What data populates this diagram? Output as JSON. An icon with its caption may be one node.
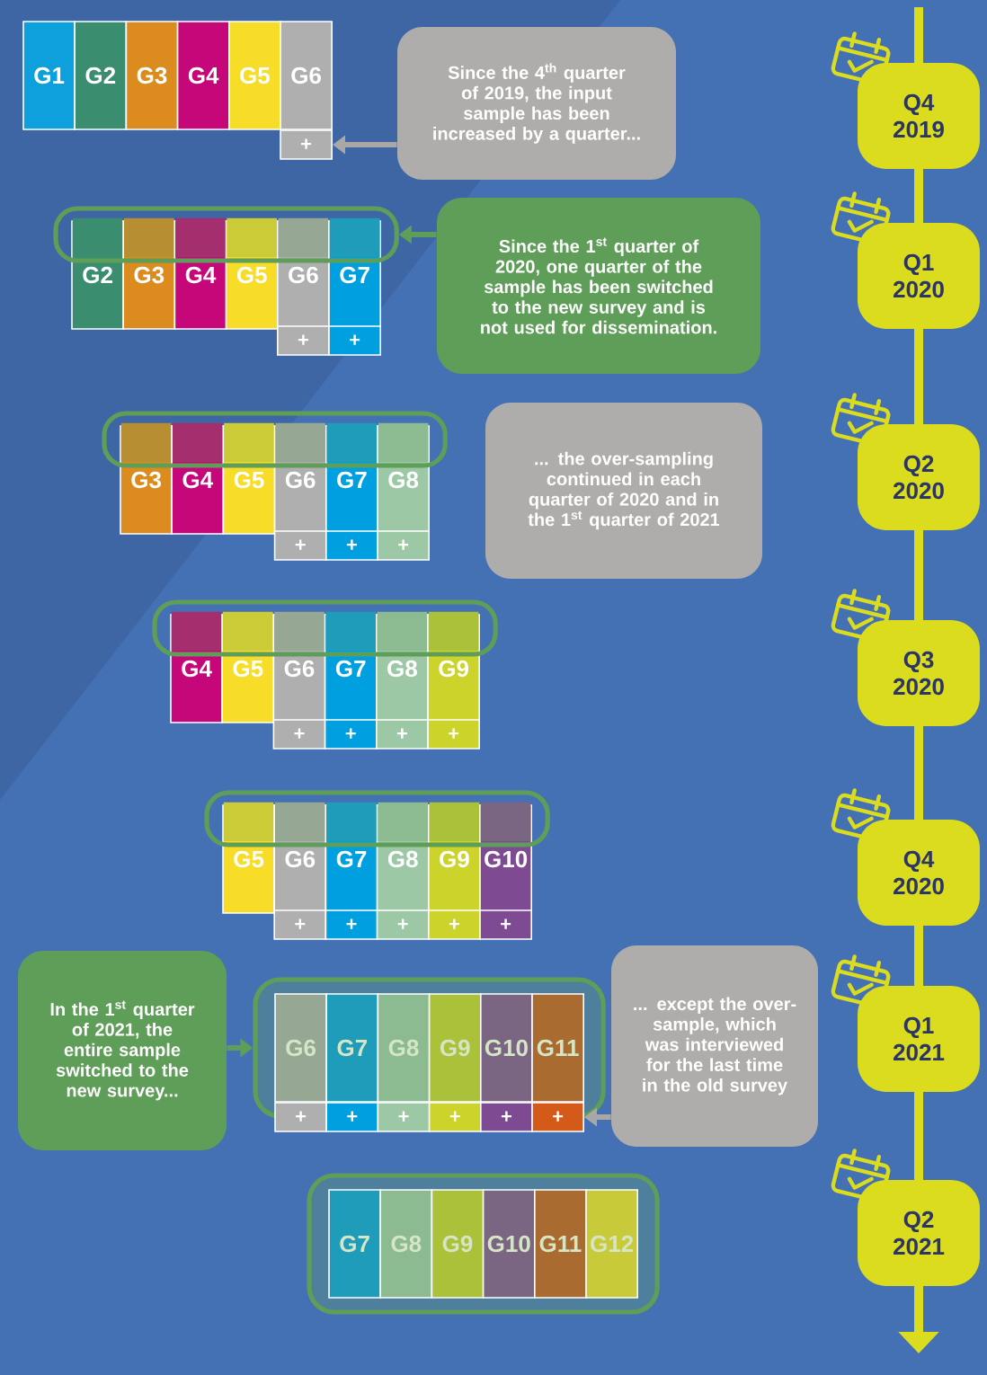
{
  "diagram": {
    "nodes": [
      {
        "text": [
          "G1"
        ]
      },
      {
        "text": [
          "G2"
        ]
      },
      {
        "text": [
          "G3"
        ]
      },
      {
        "text": [
          "G4"
        ]
      },
      {
        "text": [
          "G5"
        ]
      },
      {
        "text": [
          "G6"
        ]
      },
      {
        "text": [
          "+"
        ]
      },
      {
        "text": [
          "Since the 4$^{th}$ quarter of 2019, the input sample has been increased by a quarter..."
        ]
      },
      {
        "text": [
          "Q4 2019"
        ]
      },
      {
        "text": [],
        "shape": "box"
      },
      {
        "text": [
          "G2"
        ]
      },
      {
        "text": [
          "G3"
        ]
      },
      {
        "text": [
          "G4"
        ]
      },
      {
        "text": [
          "G5"
        ]
      },
      {
        "text": [
          "G6"
        ]
      },
      {
        "text": [
          "G7"
        ]
      },
      {
        "text": [
          "+"
        ]
      },
      {
        "text": [
          "+"
        ]
      },
      {
        "text": [
          "Since the 1$^{st}$ quarter of 2020, one quarter of the sample has been switched to the new survey and is not used for dissemination."
        ]
      },
      {
        "text": [
          "Q1 2020"
        ]
      },
      {
        "text": [],
        "shape": "box"
      },
      {
        "text": [
          "G3"
        ]
      },
      {
        "text": [
          "G4"
        ]
      },
      {
        "text": [
          "G5"
        ]
      },
      {
        "text": [
          "G6"
        ]
      },
      {
        "text": [
          "G7"
        ]
      },
      {
        "text": [
          "G8"
        ]
      },
      {
        "text": [
          "+"
        ]
      },
      {
        "text": [
          "+"
        ]
      },
      {
        "text": [
          "+"
        ]
      },
      {
        "text": [
          "... the over-sampling continued in each quarter of 2020 and in the 1$^{st}$ quarter of 2021"
        ]
      },
      {
        "text": [
          "Q2 2020"
        ]
      },
      {
        "text": [],
        "shape": "box"
      },
      {
        "text": [
          "G4"
        ]
      },
      {
        "text": [
          "G5"
        ]
      },
      {
        "text": [
          "G6"
        ]
      },
      {
        "text": [
          "G7"
        ]
      },
      {
        "text": [
          "G8"
        ]
      },
      {
        "text": [
          "G9"
        ]
      },
      {
        "text": [
          "+"
        ]
      },
      {
        "text": [
          "+"
        ]
      },
      {
        "text": [
          "+"
        ]
      },
      {
        "text": [
          "+"
        ]
      },
      {
        "text": [
          "Q3 2020"
        ]
      },
      {
        "text": [],
        "shape": "box"
      },
      {
        "text": [
          "G5"
        ]
      },
      {
        "text": [
          "G6"
        ]
      },
      {
        "text": [
          "G7"
        ]
      },
      {
        "text": [
          "G8"
        ]
      },
      {
        "text": [
          "G9"
        ]
      },
      {
        "text": [
          "G10"
        ]
      },
      {
        "text": [
          "+"
        ]
      },
      {
        "text": [
          "+"
        ]
      },
      {
        "text": [
          "+"
        ]
      },
      {
        "text": [
          "+"
        ]
      },
      {
        "text": [
          "+"
        ]
      },
      {
        "text": [
          "Q4 2020"
        ]
      },
      {
        "text": [
          "In the 1$^{st}$ quarter of 2021, the entire sample switched to the new survey..."
        ]
      },
      {
        "text": [],
        "shape": "box"
      },
      {
        "text": [
          "G6"
        ],
        "in": 58
      },
      {
        "text": [
          "G7"
        ],
        "in": 58
      },
      {
        "text": [
          "G8"
        ],
        "in": 58
      },
      {
        "text": [
          "G9"
        ],
        "in": 58
      },
      {
        "text": [
          "G10"
        ],
        "in": 58
      },
      {
        "text": [
          "G11"
        ],
        "in": 58
      },
      {
        "text": [
          "+"
        ]
      },
      {
        "text": [
          "+"
        ]
      },
      {
        "text": [
          "+"
        ]
      },
      {
        "text": [
          "+"
        ]
      },
      {
        "text": [
          "+"
        ]
      },
      {
        "text": [
          "+"
        ]
      },
      {
        "text": [
          "... except the over-sample, which was interviewed for the last time in the old survey"
        ]
      },
      {
        "text": [
          "Q1 2021"
        ]
      },
      {
        "text": [],
        "shape": "box"
      },
      {
        "text": [
          "G7"
        ],
        "in": 73
      },
      {
        "text": [
          "G8"
        ],
        "in": 73
      },
      {
        "text": [
          "G9"
        ],
        "in": 73
      },
      {
        "text": [
          "G10"
        ],
        "in": 73
      },
      {
        "text": [
          "G11"
        ],
        "in": 73
      },
      {
        "text": [
          "G12"
        ],
        "in": 73
      },
      {
        "text": [
          "Q2 2021"
        ]
      }
    ],
    "edges": [
      {
        "from": 7,
        "to": 6,
        "arrow": "to",
        "color": "#a9a8a6"
      },
      {
        "from": 18,
        "to": 9,
        "arrow": "to",
        "color": "#5f9e58"
      },
      {
        "from": 57,
        "to": 58,
        "arrow": "to",
        "color": "#5f9e58"
      },
      {
        "from": 71,
        "to": 70,
        "arrow": "to",
        "color": "#a9a8a6"
      }
    ]
  }
}
